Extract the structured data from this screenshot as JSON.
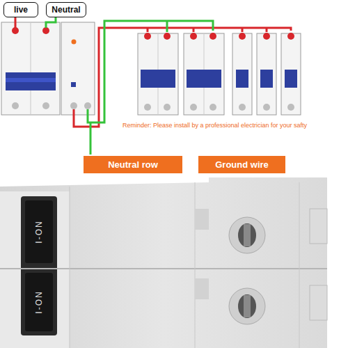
{
  "diagram": {
    "nodes": [
      {
        "text": [
          "live"
        ]
      },
      {
        "text": [
          "Neutral"
        ]
      },
      {
        "text": [
          "Neutral row"
        ]
      },
      {
        "text": [
          "Ground wire"
        ]
      }
    ],
    "labels": [
      "Reminder: Please install by a professional electrician for your safty",
      "I-ON",
      "I-ON"
    ]
  }
}
